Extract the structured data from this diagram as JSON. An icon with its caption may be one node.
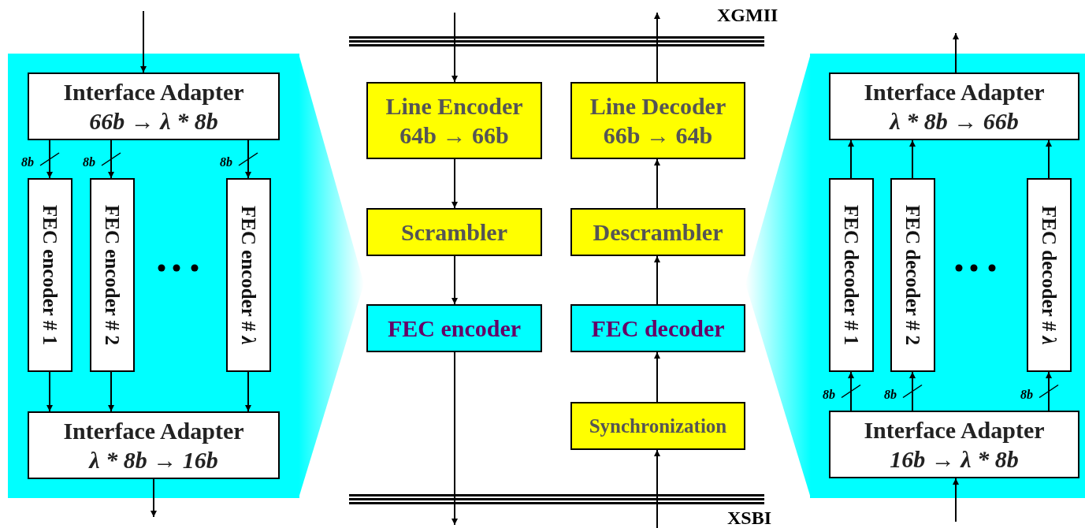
{
  "diagram": {
    "nodes": [
      {
        "text": [],
        "shape": "box"
      },
      {
        "text": [
          "Interface Adapter",
          "66b → λ * 8b"
        ],
        "in": 0
      },
      {
        "text": [
          "FEC encoder # 1"
        ],
        "in": 0
      },
      {
        "text": [
          "FEC encoder # 2"
        ],
        "in": 0
      },
      {
        "text": [
          "FEC encoder # *λ*"
        ],
        "in": 0
      },
      {
        "text": [
          "Interface Adapter",
          "λ * 8b → 16b"
        ],
        "in": 0
      },
      {
        "text": [
          "Line Encoder",
          "64b → 66b"
        ]
      },
      {
        "text": [
          "Scrambler"
        ]
      },
      {
        "text": [
          "FEC encoder"
        ]
      },
      {
        "text": [
          "Line Decoder",
          "66b → 64b"
        ]
      },
      {
        "text": [
          "Descrambler"
        ]
      },
      {
        "text": [
          "FEC decoder"
        ]
      },
      {
        "text": [
          "Synchronization"
        ]
      },
      {
        "text": [],
        "shape": "box"
      },
      {
        "text": [
          "Interface Adapter",
          "λ * 8b → 66b"
        ],
        "in": 13
      },
      {
        "text": [
          "FEC decoder # 1"
        ],
        "in": 13
      },
      {
        "text": [
          "FEC decoder # 2"
        ],
        "in": 13
      },
      {
        "text": [
          "FEC decoder # *λ*"
        ],
        "in": 13
      },
      {
        "text": [
          "Interface Adapter",
          "16b → λ * 8b"
        ],
        "in": 13
      }
    ],
    "edges": [
      {
        "from": null,
        "to": 1,
        "arrow": "to"
      },
      {
        "from": 1,
        "to": 2,
        "arrow": "to",
        "label": "8b"
      },
      {
        "from": 1,
        "to": 3,
        "arrow": "to",
        "label": "8b"
      },
      {
        "from": 1,
        "to": 4,
        "arrow": "to",
        "label": "8b"
      },
      {
        "from": 2,
        "to": 5,
        "arrow": "to"
      },
      {
        "from": 3,
        "to": 5,
        "arrow": "to"
      },
      {
        "from": 4,
        "to": 5,
        "arrow": "to"
      },
      {
        "from": 5,
        "to": null,
        "arrow": "to"
      },
      {
        "from": null,
        "to": 6,
        "arrow": "to"
      },
      {
        "from": 6,
        "to": 7,
        "arrow": "to"
      },
      {
        "from": 7,
        "to": 8,
        "arrow": "to"
      },
      {
        "from": 8,
        "to": null,
        "arrow": "to"
      },
      {
        "from": null,
        "to": 12,
        "arrow": "to"
      },
      {
        "from": 12,
        "to": 11,
        "arrow": "to"
      },
      {
        "from": 11,
        "to": 10,
        "arrow": "to"
      },
      {
        "from": 10,
        "to": 9,
        "arrow": "to"
      },
      {
        "from": 9,
        "to": null,
        "arrow": "to"
      },
      {
        "from": null,
        "to": 18,
        "arrow": "to"
      },
      {
        "from": 18,
        "to": 15,
        "arrow": "to",
        "label": "8b"
      },
      {
        "from": 18,
        "to": 16,
        "arrow": "to",
        "label": "8b"
      },
      {
        "from": 18,
        "to": 17,
        "arrow": "to",
        "label": "8b"
      },
      {
        "from": 15,
        "to": 14,
        "arrow": "to"
      },
      {
        "from": 16,
        "to": 14,
        "arrow": "to"
      },
      {
        "from": 17,
        "to": 14,
        "arrow": "to"
      },
      {
        "from": 14,
        "to": null,
        "arrow": "to"
      }
    ],
    "labels": [
      "XGMII",
      "XSBI"
    ]
  }
}
